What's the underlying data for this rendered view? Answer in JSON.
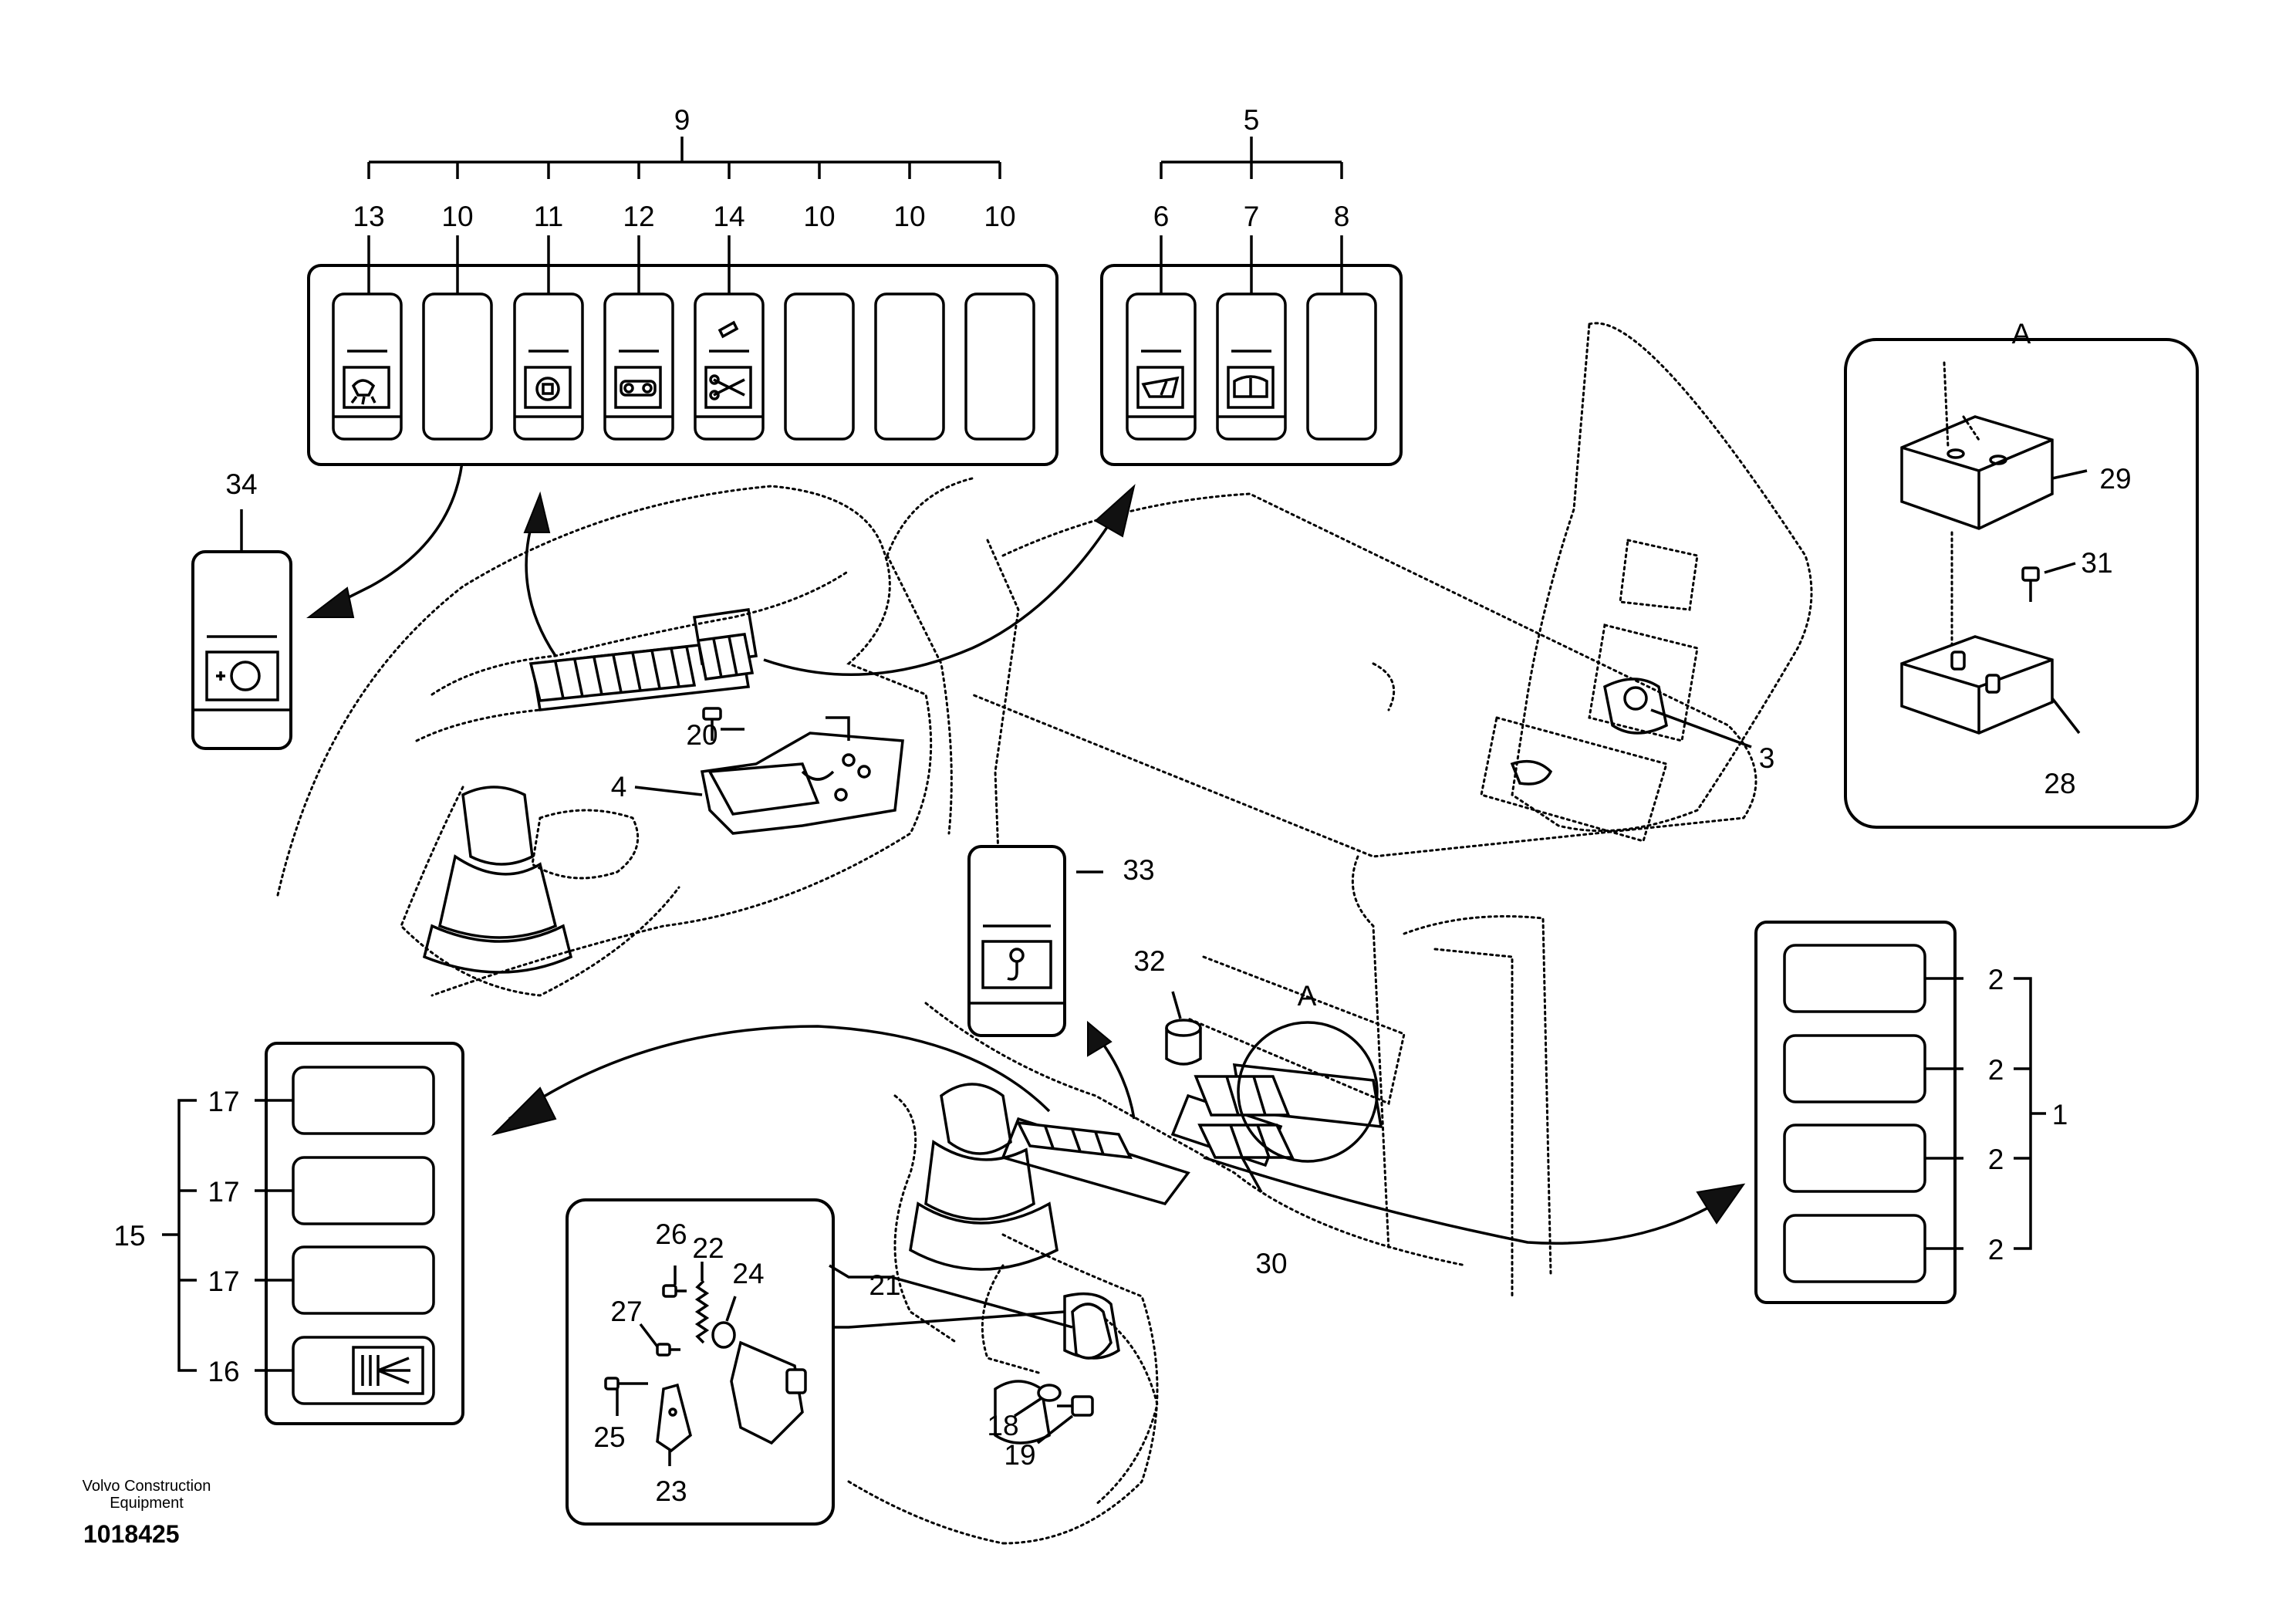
{
  "labels": {
    "n1": "1",
    "n2a": "2",
    "n2b": "2",
    "n2c": "2",
    "n2d": "2",
    "n3": "3",
    "n4": "4",
    "n5": "5",
    "n6": "6",
    "n7": "7",
    "n8": "8",
    "n9": "9",
    "n10a": "10",
    "n10b": "10",
    "n10c": "10",
    "n10d": "10",
    "n11": "11",
    "n12": "12",
    "n13": "13",
    "n14": "14",
    "n15": "15",
    "n16": "16",
    "n17a": "17",
    "n17b": "17",
    "n17c": "17",
    "n18": "18",
    "n19": "19",
    "n20": "20",
    "n21": "21",
    "n22": "22",
    "n23": "23",
    "n24": "24",
    "n25": "25",
    "n26": "26",
    "n27": "27",
    "n28": "28",
    "n29": "29",
    "n30": "30",
    "n31": "31",
    "n32": "32",
    "n33": "33",
    "n34": "34",
    "detail_a": "A",
    "detail_a_small": "A"
  },
  "footer": {
    "company_line1": "Volvo Construction",
    "company_line2": "Equipment",
    "drawing_number": "1018425"
  },
  "icons": [
    "work-light-icon",
    "engine-icon",
    "conveyor-icon",
    "scissors-icon",
    "wiper-icon",
    "washer-icon",
    "beacon-icon",
    "hook-icon",
    "rear-light-icon",
    "cigar-lighter-icon"
  ]
}
